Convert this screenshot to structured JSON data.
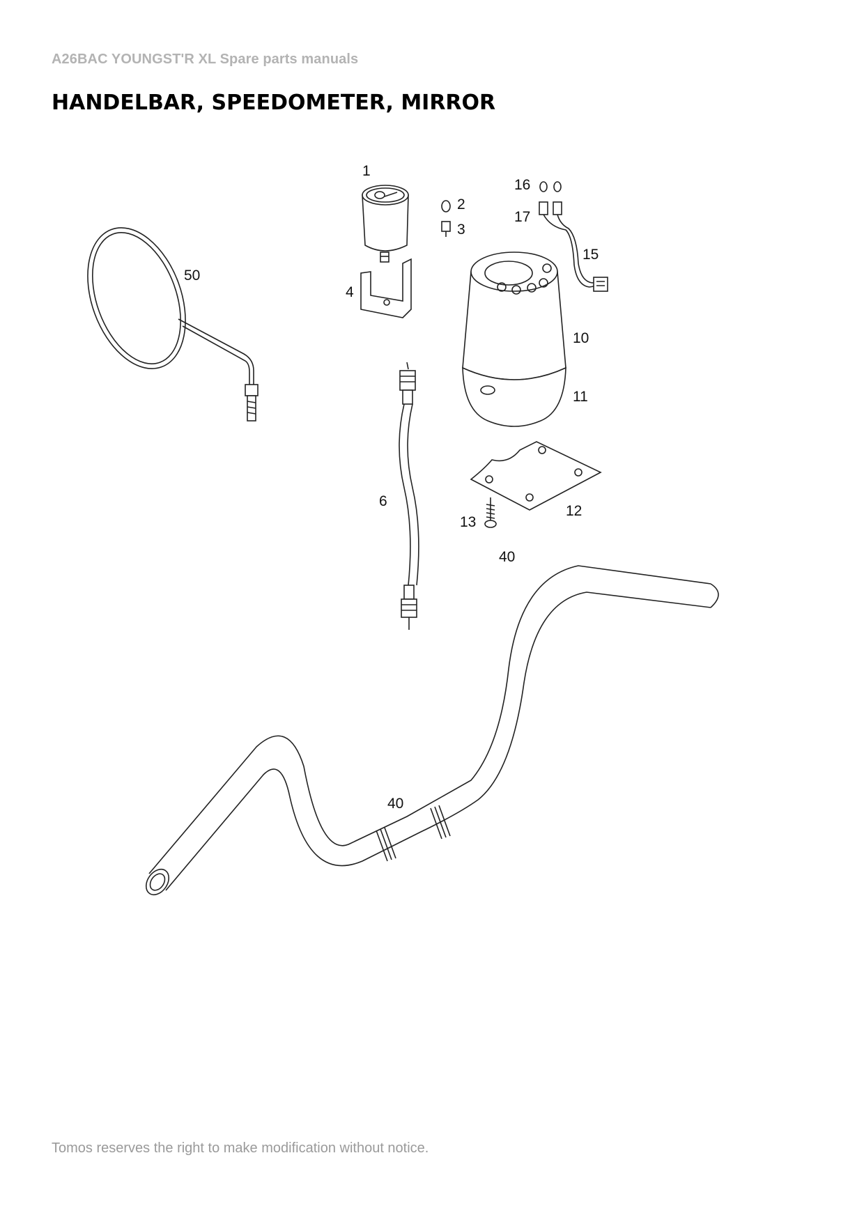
{
  "document": {
    "running_header": "A26BAC YOUNGST'R XL  Spare parts manuals",
    "title": "HANDELBAR, SPEEDOMETER, MIRROR",
    "footer": "Tomos reserves the right to make modification without notice."
  },
  "diagram": {
    "part_labels": [
      "1",
      "2",
      "3",
      "4",
      "6",
      "10",
      "11",
      "12",
      "13",
      "15",
      "16",
      "17",
      "40",
      "40",
      "50"
    ]
  }
}
